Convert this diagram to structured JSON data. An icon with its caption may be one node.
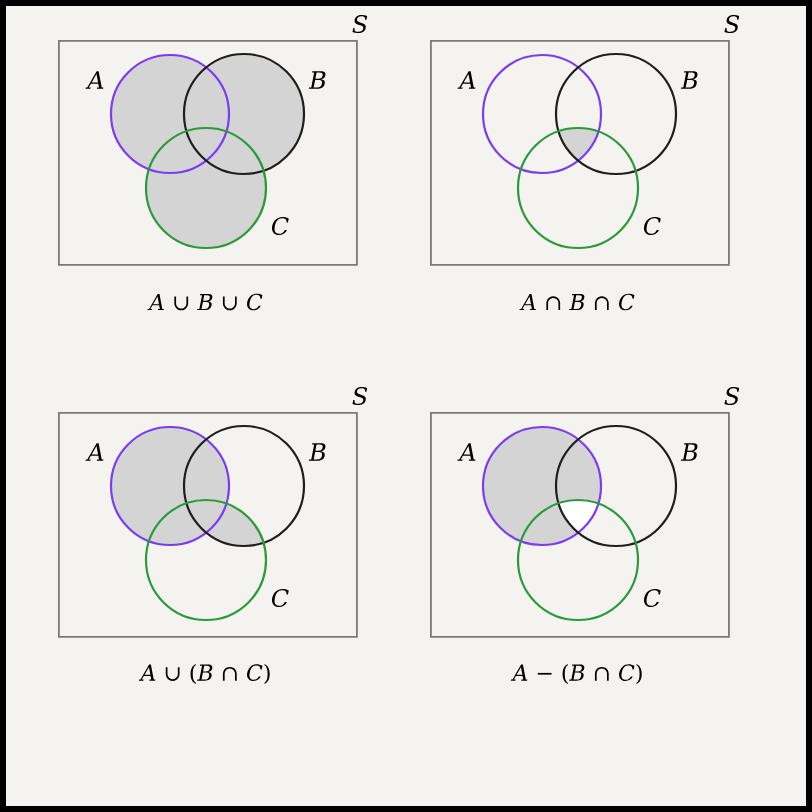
{
  "diagram": {
    "nodes": [
      {
        "text": [
          "S"
        ],
        "beside": [
          "*A* ∪ *B* ∪ *C*"
        ]
      },
      {
        "text": [
          "A"
        ],
        "in": 0
      },
      {
        "text": [
          "B"
        ],
        "in": 0
      },
      {
        "text": [
          "C"
        ],
        "in": 0
      },
      {
        "text": [
          "S"
        ],
        "beside": [
          "*A* ∩ *B* ∩ *C*"
        ]
      },
      {
        "text": [
          "A"
        ],
        "in": 4
      },
      {
        "text": [
          "B"
        ],
        "in": 4
      },
      {
        "text": [
          "C"
        ],
        "in": 4
      },
      {
        "text": [
          "S"
        ],
        "beside": [
          "*A* ∪ (*B* ∩ *C*)"
        ]
      },
      {
        "text": [
          "A"
        ],
        "in": 8
      },
      {
        "text": [
          "B"
        ],
        "in": 8
      },
      {
        "text": [
          "C"
        ],
        "in": 8
      },
      {
        "text": [
          "S"
        ],
        "beside": [
          "*A* − (*B* ∩ *C*)"
        ]
      },
      {
        "text": [
          "A"
        ],
        "in": 12
      },
      {
        "text": [
          "B"
        ],
        "in": 12
      },
      {
        "text": [
          "C"
        ],
        "in": 12
      }
    ]
  }
}
